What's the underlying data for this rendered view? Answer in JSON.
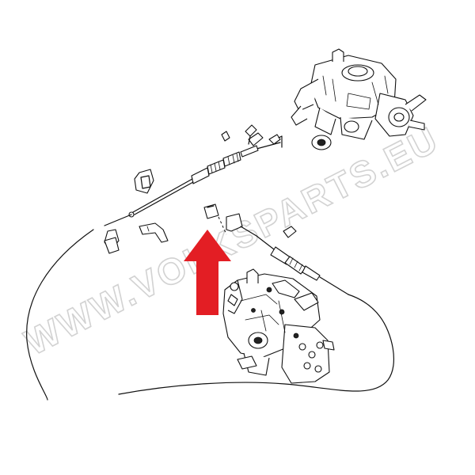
{
  "watermark": {
    "text": "WWW.VOLKSPARTS.EU"
  },
  "colors": {
    "indicator_arrow": "#e31e24",
    "line_art": "#111111",
    "background": "#ffffff"
  },
  "parts": [
    "carburetor",
    "accelerator-cable",
    "cable-clip",
    "mounting-bracket",
    "rubber-grommet",
    "injection-pump",
    "indicator-arrow"
  ]
}
